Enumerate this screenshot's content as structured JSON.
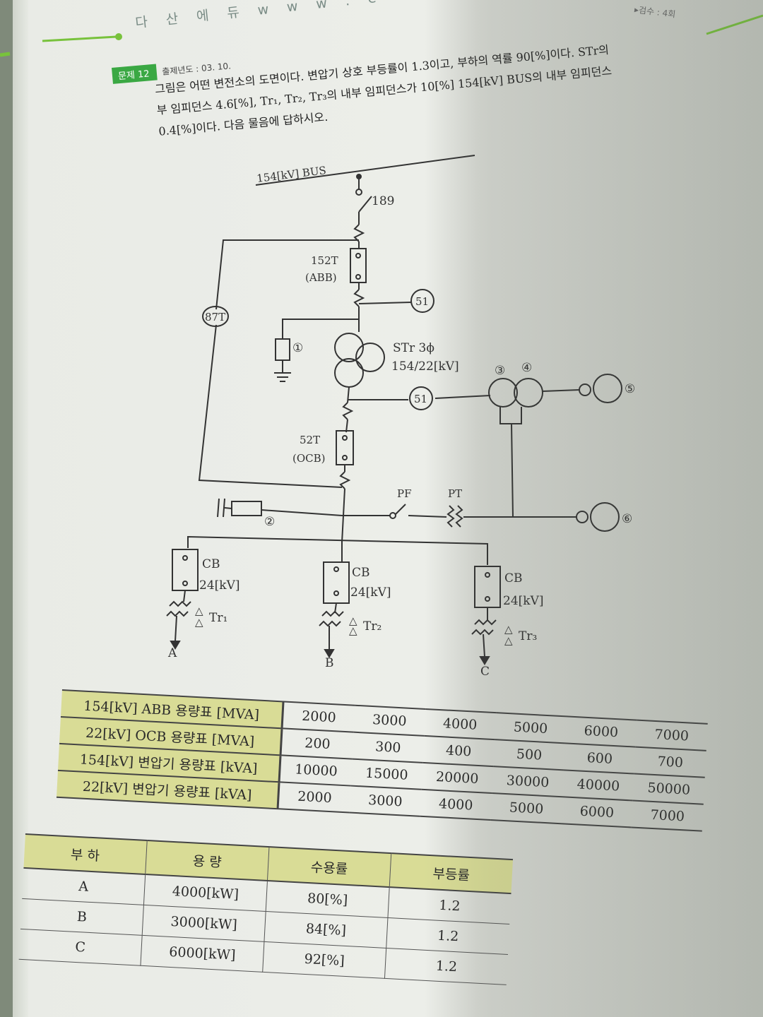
{
  "header": {
    "brand": "다 산 에 듀  w w w . e - d u s",
    "right_note": "▸검수 : 4회"
  },
  "question": {
    "badge": "문제 12",
    "year_label": "출제년도 : 03. 10.",
    "lines": [
      "그림은 어떤 변전소의 도면이다.  변압기 상호 부등률이 1.3이고,  부하의 역률 90[%]이다. STr의",
      "부 임피던스 4.6[%],  Tr₁,  Tr₂,  Tr₃의 내부 임피던스가 10[%]  154[kV]  BUS의 내부 임피던스",
      "0.4[%]이다.  다음 물음에 답하시오."
    ]
  },
  "diagram": {
    "bus_label": "154[kV] BUS",
    "ds_label": "189",
    "cb1_label": "152T",
    "cb1_sub": "(ABB)",
    "relay_51": "51",
    "relay_87t": "87T",
    "circle_1": "①",
    "circle_2": "②",
    "circle_3": "③",
    "circle_4": "④",
    "circle_5": "⑤",
    "circle_6": "⑥",
    "str_label": "STr  3ϕ",
    "str_ratio": "154/22[kV]",
    "cb2_label": "52T",
    "cb2_sub": "(OCB)",
    "pf_label": "PF",
    "pt_label": "PT",
    "cb_label": "CB",
    "cb_rating": "24[kV]",
    "tr1": "Tr₁",
    "tr2": "Tr₂",
    "tr3": "Tr₃",
    "load_a": "A",
    "load_b": "B",
    "load_c": "C"
  },
  "capacity_table": {
    "rows": [
      {
        "label": "154[kV] ABB 용량표 [MVA]",
        "values": [
          "2000",
          "3000",
          "4000",
          "5000",
          "6000",
          "7000"
        ]
      },
      {
        "label": "22[kV] OCB 용량표 [MVA]",
        "values": [
          "200",
          "300",
          "400",
          "500",
          "600",
          "700"
        ]
      },
      {
        "label": "154[kV] 변압기 용량표 [kVA]",
        "values": [
          "10000",
          "15000",
          "20000",
          "30000",
          "40000",
          "50000"
        ]
      },
      {
        "label": "22[kV] 변압기 용량표 [kVA]",
        "values": [
          "2000",
          "3000",
          "4000",
          "5000",
          "6000",
          "7000"
        ]
      }
    ]
  },
  "load_table": {
    "headers": [
      "부 하",
      "용 량",
      "수용률",
      "부등률"
    ],
    "rows": [
      [
        "A",
        "4000[kW]",
        "80[%]",
        "1.2"
      ],
      [
        "B",
        "3000[kW]",
        "84[%]",
        "1.2"
      ],
      [
        "C",
        "6000[kW]",
        "92[%]",
        "1.2"
      ]
    ]
  }
}
